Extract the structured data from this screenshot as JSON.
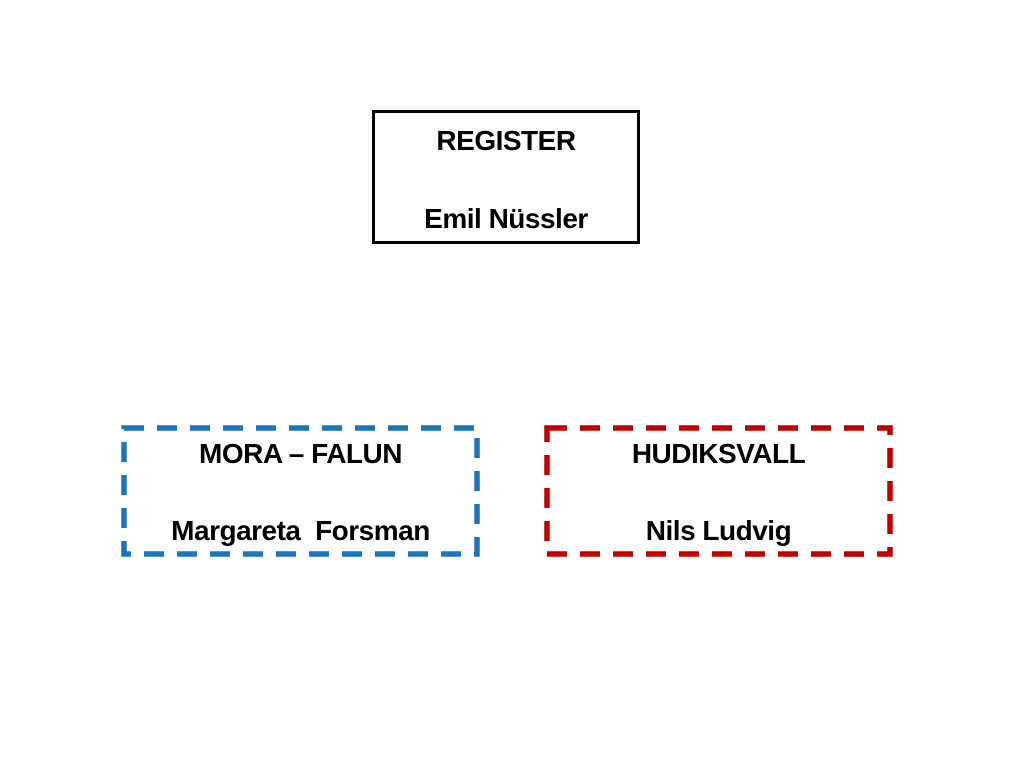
{
  "slide": {
    "background_color": "#ffffff",
    "text_color": "#000000"
  },
  "boxes": {
    "register": {
      "title": "REGISTER",
      "name": "Emil Nüssler",
      "border_color": "#000000",
      "border_style": "solid"
    },
    "mora_falun": {
      "title": "MORA – FALUN",
      "name": "Margareta  Forsman",
      "border_color": "#1B75BC",
      "border_style": "dashed"
    },
    "hudiksvall": {
      "title": "HUDIKSVALL",
      "name": "Nils Ludvig",
      "border_color": "#C00000",
      "border_style": "dashed"
    }
  }
}
